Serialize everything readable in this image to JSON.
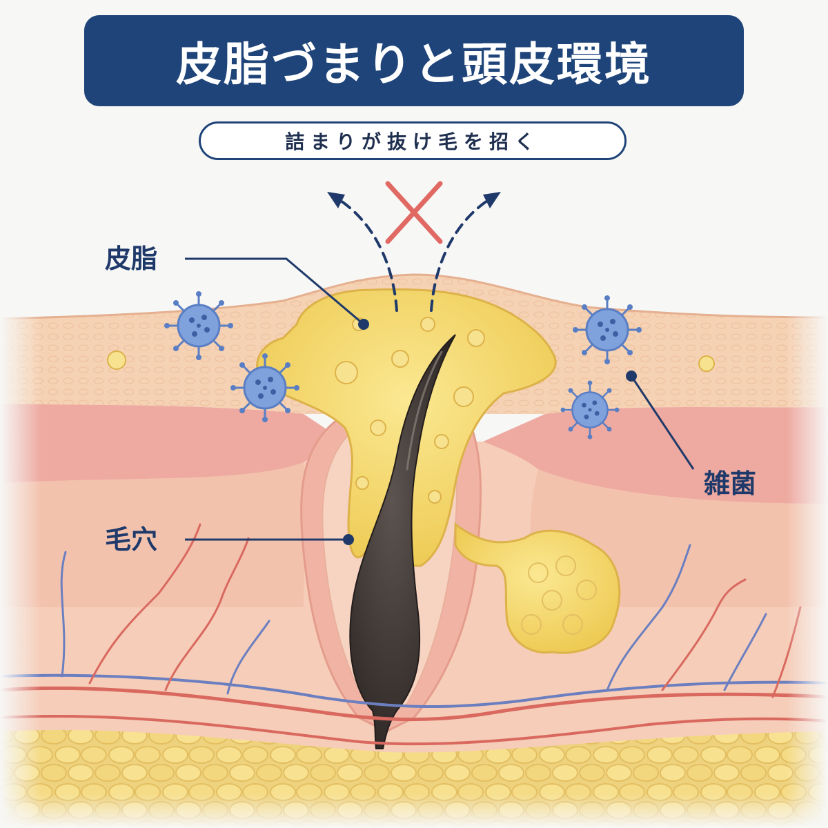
{
  "title": "皮脂づまりと頭皮環境",
  "subtitle": "詰まりが抜け毛を招く",
  "labels": {
    "sebum": "皮脂",
    "pore": "毛穴",
    "bacteria": "雑菌"
  },
  "icons": {
    "blocked": "x-mark-icon",
    "escape_arrows": "dashed-arrow-icon",
    "bacteria": "bacteria-icon"
  },
  "colors": {
    "title_bg": "#1f4479",
    "label_text": "#1f3a6a",
    "cross_mark": "#e06a63",
    "sebum": "#f2d76a",
    "bacteria": "#6e93d3",
    "hair": "#3b3431",
    "blood_vessel_red": "#d9695f",
    "blood_vessel_blue": "#6b7fc0"
  }
}
